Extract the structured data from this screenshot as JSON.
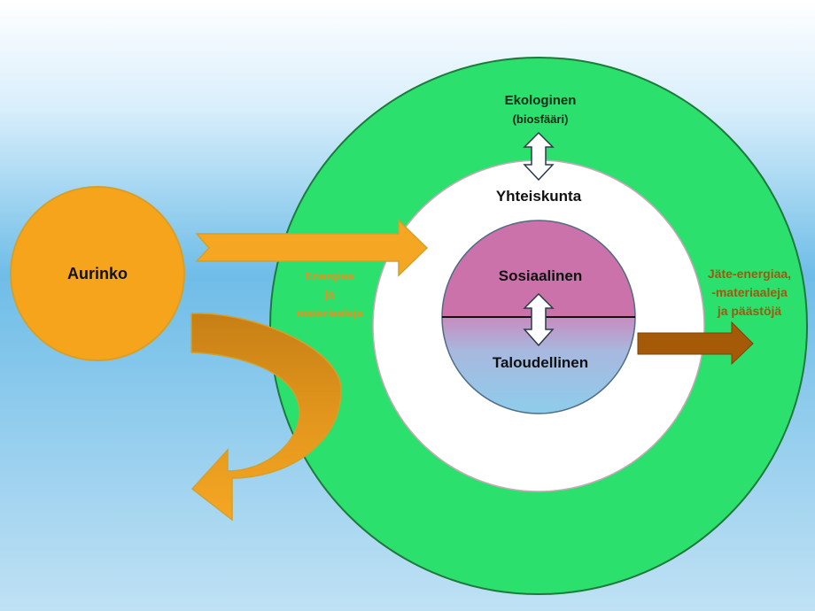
{
  "colors": {
    "background_top": "#ffffff",
    "background_mid": "#6fbde8",
    "background_bottom": "#bfe1f4",
    "ecological_ring": "#2ce06e",
    "society_disc": "#ffffff",
    "social_half": "#cc72aa",
    "economic_half": "#8ecdeb",
    "sun": "#f7a41d",
    "sun_stroke": "#d4a02a",
    "input_arrow": "#f5a623",
    "waste_arrow": "#a55a08",
    "label_orange": "#e8901a",
    "label_brown": "#9c5a10"
  },
  "sun": {
    "label": "Aurinko"
  },
  "ecological": {
    "title": "Ekologinen",
    "subtitle": "(biosfääri)"
  },
  "society": {
    "label": "Yhteiskunta"
  },
  "social": {
    "label": "Sosiaalinen"
  },
  "economic": {
    "label": "Taloudellinen"
  },
  "inputs": {
    "line1": "Energiaa",
    "line2": "ja",
    "line3": "materiaaleja"
  },
  "outputs": {
    "line1": "Jäte-energiaa,",
    "line2": "-materiaaleja",
    "line3": "ja päästöjä"
  }
}
